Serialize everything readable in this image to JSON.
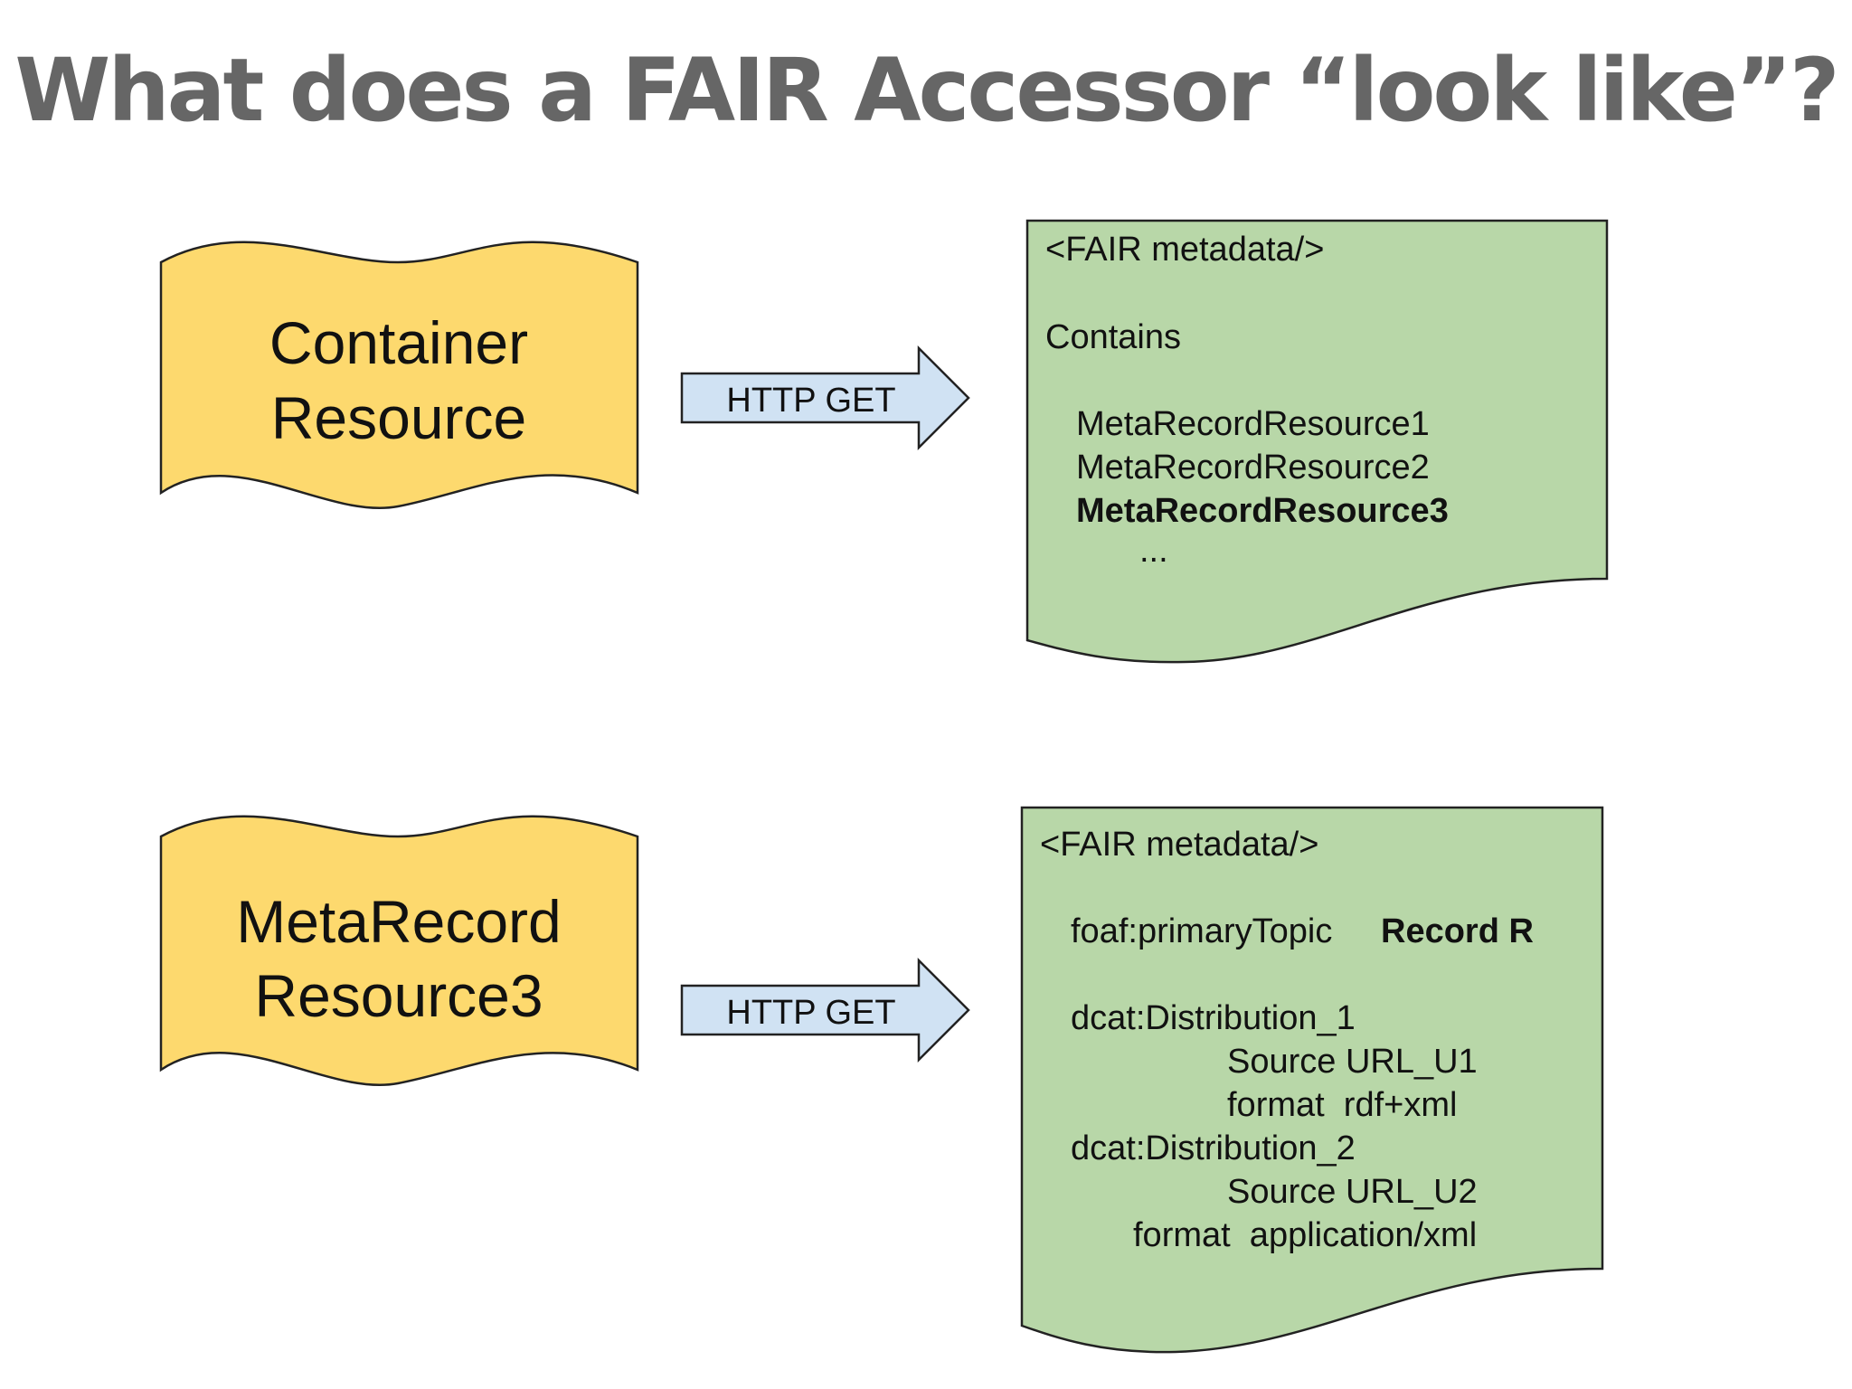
{
  "title": "What does a FAIR Accessor “look like”?",
  "colors": {
    "resource_fill": "#fdd96e",
    "document_fill": "#b8d7a8",
    "arrow_fill": "#d0e2f3",
    "title_color": "#666666"
  },
  "row1": {
    "resource_line1": "Container",
    "resource_line2": "Resource",
    "arrow_label": "HTTP GET",
    "doc": {
      "header": "<FAIR metadata/>",
      "contains": "Contains",
      "item1": "MetaRecordResource1",
      "item2": "MetaRecordResource2",
      "item3": "MetaRecordResource3",
      "ellipsis": "..."
    }
  },
  "row2": {
    "resource_line1": "MetaRecord",
    "resource_line2": "Resource3",
    "arrow_label": "HTTP GET",
    "doc": {
      "header": "<FAIR metadata/>",
      "topic_key": "foaf:primaryTopic",
      "topic_value": "Record R",
      "dist1": "dcat:Distribution_1",
      "dist1_source": "Source URL_U1",
      "dist1_format": "format  rdf+xml",
      "dist2": "dcat:Distribution_2",
      "dist2_source": "Source URL_U2",
      "dist2_format": "format  application/xml"
    }
  }
}
